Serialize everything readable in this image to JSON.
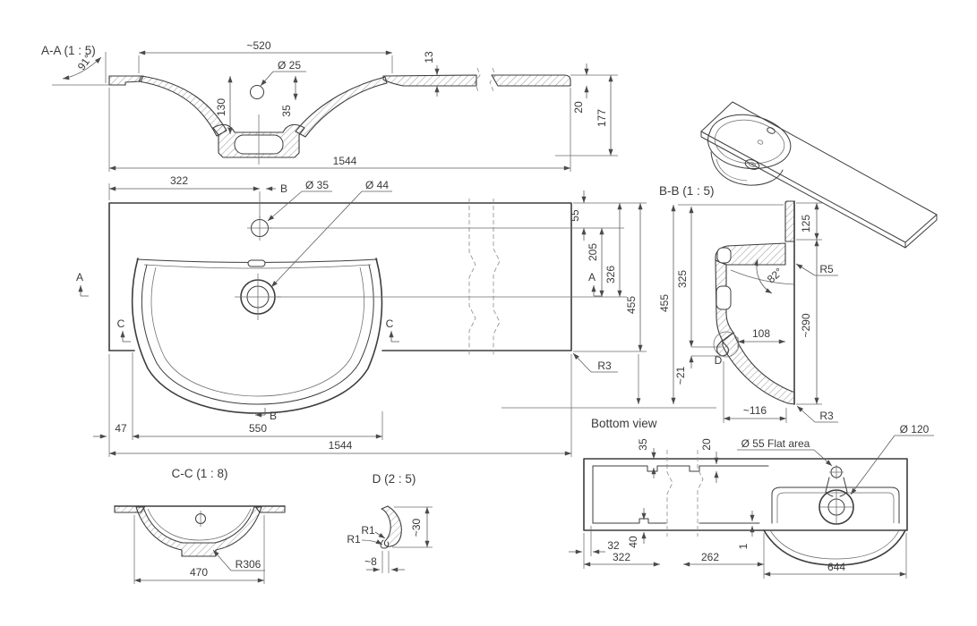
{
  "colors": {
    "background": "#ffffff",
    "line": "#3d3d3d",
    "text": "#3a3a3a"
  },
  "views": {
    "aa": {
      "title": "A-A (1 : 5)",
      "angle": "91°",
      "d520": "~520",
      "d25": "Ø 25",
      "d130": "130",
      "d35": "35",
      "d13": "13",
      "d20": "20",
      "d177": "177",
      "d1544": "1544"
    },
    "plan": {
      "d322": "322",
      "b": "B",
      "d35": "Ø 35",
      "d44": "Ø 44",
      "d55": "55",
      "d205": "205",
      "d326": "326",
      "d455": "455",
      "a": "A",
      "c": "C",
      "d47": "47",
      "d550": "550",
      "d1544": "1544",
      "r3": "R3"
    },
    "bb": {
      "title": "B-B (1 : 5)",
      "d455": "455",
      "d325": "325",
      "d125": "125",
      "r5": "R5",
      "a82": "82°",
      "d290": "~290",
      "d108": "108",
      "dmark": "D",
      "d21": "~21",
      "d116": "~116",
      "r3": "R3"
    },
    "bottom": {
      "title": "Bottom view",
      "d35": "35",
      "d20": "20",
      "flat": "Ø 55 Flat area",
      "d120": "Ø 120",
      "d32": "32",
      "d40": "40",
      "d322": "322",
      "d262": "262",
      "d1": "1",
      "d644": "644"
    },
    "cc": {
      "title": "C-C (1 : 8)",
      "r306": "R306",
      "d470": "470"
    },
    "dd": {
      "title": "D (2 : 5)",
      "r1a": "R1",
      "r1b": "R1",
      "d30": "~30",
      "d8": "~8"
    }
  }
}
